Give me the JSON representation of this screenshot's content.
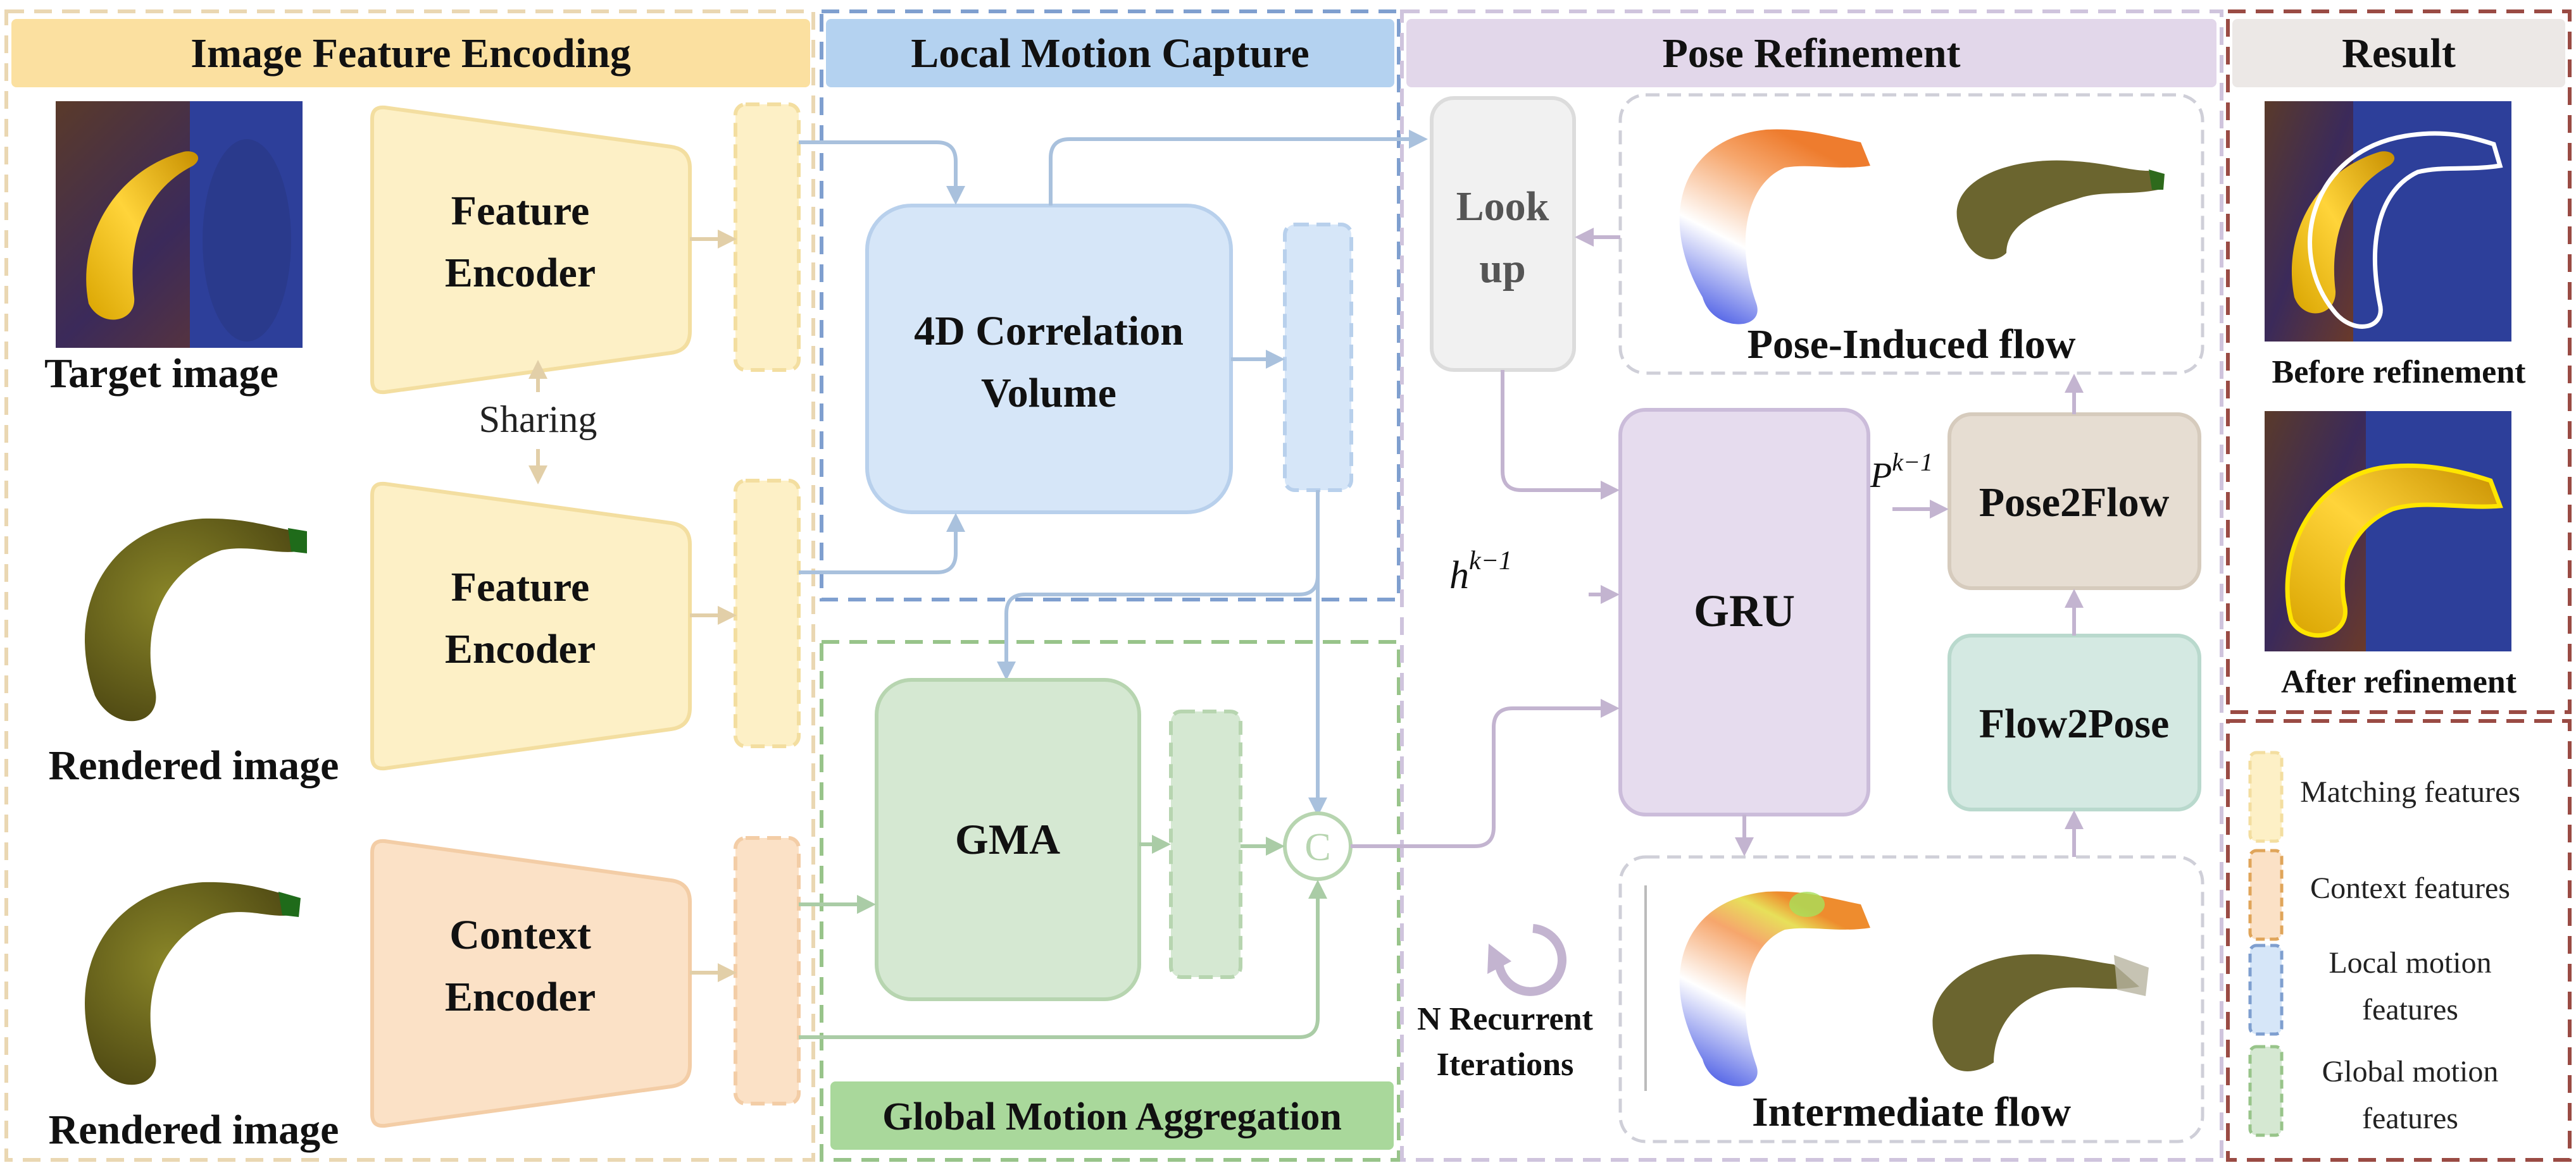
{
  "sections": {
    "feature_encoding": "Image Feature Encoding",
    "local_motion": "Local Motion Capture",
    "pose_refinement": "Pose Refinement",
    "result": "Result",
    "global_motion": "Global Motion Aggregation"
  },
  "images": {
    "target": "Target image",
    "rendered_1": "Rendered image",
    "rendered_2": "Rendered image"
  },
  "encoders": {
    "feature_1_line1": "Feature",
    "feature_1_line2": "Encoder",
    "sharing": "Sharing",
    "feature_2_line1": "Feature",
    "feature_2_line2": "Encoder",
    "context_line1": "Context",
    "context_line2": "Encoder"
  },
  "modules": {
    "corr_line1": "4D Correlation",
    "corr_line2": "Volume",
    "gma": "GMA",
    "concat": "C",
    "lookup_line1": "Look",
    "lookup_line2": "up",
    "gru": "GRU",
    "pose2flow": "Pose2Flow",
    "flow2pose": "Flow2Pose",
    "pose_induced_flow": "Pose-Induced flow",
    "intermediate_flow": "Intermediate flow",
    "iterations_line1": "N Recurrent",
    "iterations_line2": "Iterations"
  },
  "math": {
    "h_base": "h",
    "h_sup": "k−1",
    "p_base": "P",
    "p_sup": "k−1"
  },
  "result": {
    "before": "Before refinement",
    "after": "After refinement"
  },
  "legend": {
    "matching": "Matching features",
    "context": "Context features",
    "local_line1": "Local motion",
    "local_line2": "features",
    "global_line1": "Global motion",
    "global_line2": "features"
  },
  "colors": {
    "feature_encoder": "#fdf0c6",
    "context_encoder": "#fbe1c6",
    "correlation": "#d6e6f8",
    "gma": "#d5e8d2",
    "gru": "#e6dcee",
    "pose2flow": "#e6ddd2",
    "flow2pose": "#d4e9e2",
    "lookup": "#f1f1f1"
  }
}
